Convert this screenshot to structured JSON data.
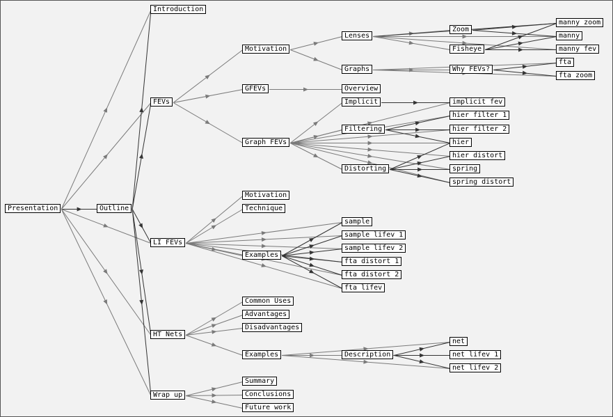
{
  "colors": {
    "background": "#f2f2f2",
    "edge": "#7a7a7a",
    "edge_strong": "#333333",
    "node_fill": "#ffffff",
    "node_border": "#000000"
  },
  "nodes": [
    {
      "id": "presentation",
      "label": "Presentation"
    },
    {
      "id": "outline",
      "label": "Outline"
    },
    {
      "id": "introduction",
      "label": "Introduction"
    },
    {
      "id": "fevs",
      "label": "FEVs"
    },
    {
      "id": "li-fevs",
      "label": "LI FEVs"
    },
    {
      "id": "ht-nets",
      "label": "HT Nets"
    },
    {
      "id": "wrap-up",
      "label": "Wrap up"
    },
    {
      "id": "motivation-1",
      "label": "Motivation"
    },
    {
      "id": "gfevs",
      "label": "GFEVs"
    },
    {
      "id": "graph-fevs",
      "label": "Graph FEVs"
    },
    {
      "id": "lenses",
      "label": "Lenses"
    },
    {
      "id": "graphs",
      "label": "Graphs"
    },
    {
      "id": "overview",
      "label": "Overview"
    },
    {
      "id": "implicit",
      "label": "Implicit"
    },
    {
      "id": "filtering",
      "label": "Filtering"
    },
    {
      "id": "distorting",
      "label": "Distorting"
    },
    {
      "id": "zoom",
      "label": "Zoom"
    },
    {
      "id": "fisheye",
      "label": "Fisheye"
    },
    {
      "id": "why-fevs",
      "label": "Why FEVs?"
    },
    {
      "id": "implicit-fev",
      "label": "implicit fev"
    },
    {
      "id": "hier-filter-1",
      "label": "hier filter 1"
    },
    {
      "id": "hier-filter-2",
      "label": "hier filter 2"
    },
    {
      "id": "hier",
      "label": "hier"
    },
    {
      "id": "hier-distort",
      "label": "hier distort"
    },
    {
      "id": "spring",
      "label": "spring"
    },
    {
      "id": "spring-distort",
      "label": "spring distort"
    },
    {
      "id": "manny-zoom",
      "label": "manny zoom"
    },
    {
      "id": "manny",
      "label": "manny"
    },
    {
      "id": "manny-fev",
      "label": "manny fev"
    },
    {
      "id": "fta",
      "label": "fta"
    },
    {
      "id": "fta-zoom",
      "label": "fta zoom"
    },
    {
      "id": "motivation-2",
      "label": "Motivation"
    },
    {
      "id": "technique",
      "label": "Technique"
    },
    {
      "id": "examples-1",
      "label": "Examples"
    },
    {
      "id": "sample",
      "label": "sample"
    },
    {
      "id": "sample-lifev-1",
      "label": "sample lifev 1"
    },
    {
      "id": "sample-lifev-2",
      "label": "sample lifev 2"
    },
    {
      "id": "fta-distort-1",
      "label": "fta distort 1"
    },
    {
      "id": "fta-distort-2",
      "label": "fta distort 2"
    },
    {
      "id": "fta-lifev",
      "label": "fta lifev"
    },
    {
      "id": "common-uses",
      "label": "Common Uses"
    },
    {
      "id": "advantages",
      "label": "Advantages"
    },
    {
      "id": "disadvantages",
      "label": "Disadvantages"
    },
    {
      "id": "examples-2",
      "label": "Examples"
    },
    {
      "id": "description",
      "label": "Description"
    },
    {
      "id": "net",
      "label": "net"
    },
    {
      "id": "net-lifev-1",
      "label": "net lifev 1"
    },
    {
      "id": "net-lifev-2",
      "label": "net lifev 2"
    },
    {
      "id": "summary",
      "label": "Summary"
    },
    {
      "id": "conclusions",
      "label": "Conclusions"
    },
    {
      "id": "future-work",
      "label": "Future work"
    }
  ],
  "edges": [
    [
      "presentation",
      "outline",
      1
    ],
    [
      "presentation",
      "introduction",
      0
    ],
    [
      "presentation",
      "fevs",
      0
    ],
    [
      "presentation",
      "li-fevs",
      0
    ],
    [
      "presentation",
      "ht-nets",
      0
    ],
    [
      "presentation",
      "wrap-up",
      0
    ],
    [
      "outline",
      "introduction",
      1
    ],
    [
      "outline",
      "fevs",
      1
    ],
    [
      "outline",
      "li-fevs",
      1
    ],
    [
      "outline",
      "ht-nets",
      1
    ],
    [
      "outline",
      "wrap-up",
      1
    ],
    [
      "fevs",
      "motivation-1",
      0
    ],
    [
      "fevs",
      "gfevs",
      0
    ],
    [
      "fevs",
      "graph-fevs",
      0
    ],
    [
      "motivation-1",
      "lenses",
      0
    ],
    [
      "motivation-1",
      "graphs",
      0
    ],
    [
      "gfevs",
      "overview",
      0
    ],
    [
      "graph-fevs",
      "implicit",
      0
    ],
    [
      "graph-fevs",
      "filtering",
      0
    ],
    [
      "graph-fevs",
      "distorting",
      0
    ],
    [
      "graph-fevs",
      "implicit-fev",
      0
    ],
    [
      "graph-fevs",
      "hier-filter-1",
      0
    ],
    [
      "graph-fevs",
      "hier-filter-2",
      0
    ],
    [
      "graph-fevs",
      "hier",
      0
    ],
    [
      "graph-fevs",
      "hier-distort",
      0
    ],
    [
      "graph-fevs",
      "spring",
      0
    ],
    [
      "graph-fevs",
      "spring-distort",
      0
    ],
    [
      "lenses",
      "zoom",
      0
    ],
    [
      "lenses",
      "fisheye",
      0
    ],
    [
      "lenses",
      "manny-zoom",
      1
    ],
    [
      "lenses",
      "manny",
      0
    ],
    [
      "lenses",
      "manny-fev",
      0
    ],
    [
      "graphs",
      "why-fevs",
      0
    ],
    [
      "graphs",
      "fta",
      0
    ],
    [
      "graphs",
      "fta-zoom",
      0
    ],
    [
      "zoom",
      "manny-zoom",
      1
    ],
    [
      "zoom",
      "manny",
      1
    ],
    [
      "fisheye",
      "manny",
      1
    ],
    [
      "fisheye",
      "manny-fev",
      1
    ],
    [
      "fisheye",
      "manny-zoom",
      1
    ],
    [
      "why-fevs",
      "fta",
      1
    ],
    [
      "why-fevs",
      "fta-zoom",
      1
    ],
    [
      "implicit",
      "implicit-fev",
      1
    ],
    [
      "filtering",
      "hier-filter-1",
      1
    ],
    [
      "filtering",
      "hier-filter-2",
      1
    ],
    [
      "filtering",
      "hier",
      1
    ],
    [
      "distorting",
      "hier-distort",
      1
    ],
    [
      "distorting",
      "spring",
      1
    ],
    [
      "distorting",
      "spring-distort",
      1
    ],
    [
      "distorting",
      "hier",
      1
    ],
    [
      "li-fevs",
      "motivation-2",
      0
    ],
    [
      "li-fevs",
      "technique",
      0
    ],
    [
      "li-fevs",
      "examples-1",
      0
    ],
    [
      "li-fevs",
      "sample",
      0
    ],
    [
      "li-fevs",
      "sample-lifev-1",
      0
    ],
    [
      "li-fevs",
      "sample-lifev-2",
      0
    ],
    [
      "li-fevs",
      "fta-distort-1",
      0
    ],
    [
      "li-fevs",
      "fta-distort-2",
      0
    ],
    [
      "li-fevs",
      "fta-lifev",
      0
    ],
    [
      "examples-1",
      "sample",
      1
    ],
    [
      "examples-1",
      "sample-lifev-1",
      1
    ],
    [
      "examples-1",
      "sample-lifev-2",
      1
    ],
    [
      "examples-1",
      "fta-distort-1",
      1
    ],
    [
      "examples-1",
      "fta-distort-2",
      1
    ],
    [
      "examples-1",
      "fta-lifev",
      1
    ],
    [
      "ht-nets",
      "common-uses",
      0
    ],
    [
      "ht-nets",
      "advantages",
      0
    ],
    [
      "ht-nets",
      "disadvantages",
      0
    ],
    [
      "ht-nets",
      "examples-2",
      0
    ],
    [
      "examples-2",
      "description",
      0
    ],
    [
      "examples-2",
      "net",
      0
    ],
    [
      "examples-2",
      "net-lifev-1",
      0
    ],
    [
      "examples-2",
      "net-lifev-2",
      0
    ],
    [
      "description",
      "net",
      1
    ],
    [
      "description",
      "net-lifev-1",
      1
    ],
    [
      "description",
      "net-lifev-2",
      1
    ],
    [
      "wrap-up",
      "summary",
      0
    ],
    [
      "wrap-up",
      "conclusions",
      0
    ],
    [
      "wrap-up",
      "future-work",
      0
    ]
  ]
}
